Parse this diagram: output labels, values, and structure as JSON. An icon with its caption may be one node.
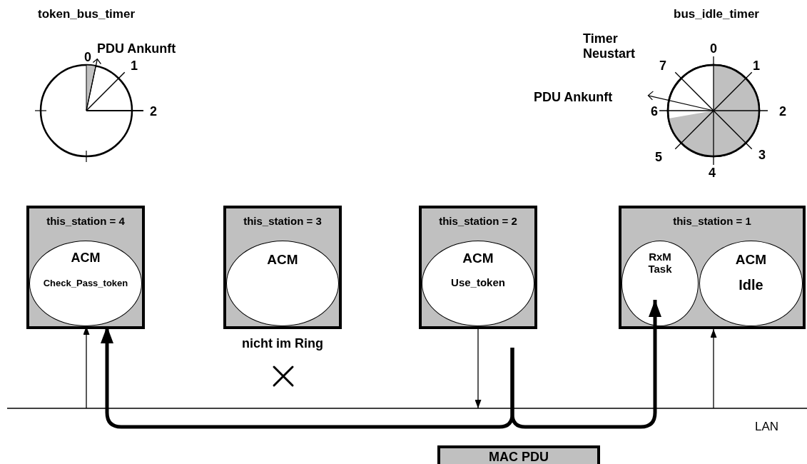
{
  "diagram": {
    "nodes": [
      {
        "text": [
          "token_bus_timer"
        ],
        "beside": [
          "0",
          "PDU Ankunft",
          "1",
          "2"
        ]
      },
      {
        "text": [
          "bus_idle_timer"
        ],
        "beside": [
          "Timer Neustart",
          "0",
          "1",
          "7",
          "PDU Ankunft",
          "2",
          "6",
          "3",
          "5",
          "4"
        ]
      },
      {
        "text": [
          "this_station = 4"
        ]
      },
      {
        "text": [
          "ACM",
          "Check_Pass_token"
        ],
        "in": 2
      },
      {
        "text": [
          "this_station = 3"
        ],
        "beside": [
          "nicht im Ring"
        ]
      },
      {
        "text": [
          "ACM"
        ],
        "in": 4
      },
      {
        "text": [
          "this_station = 2"
        ]
      },
      {
        "text": [
          "ACM",
          "Use_token"
        ],
        "in": 6
      },
      {
        "text": [
          "this_station = 1"
        ]
      },
      {
        "text": [
          "RxM Task"
        ],
        "in": 8
      },
      {
        "text": [
          "ACM",
          "Idle"
        ],
        "in": 8
      },
      {
        "text": [
          "LAN"
        ]
      },
      {
        "text": [
          "MAC PDU"
        ]
      }
    ],
    "edges": [
      {
        "from": 11,
        "to": 3,
        "arrow": "to"
      },
      {
        "from": 7,
        "to": 11,
        "arrow": "to"
      },
      {
        "from": 11,
        "to": 8,
        "arrow": "to"
      },
      {
        "from": null,
        "to": 3,
        "arrow": "to",
        "style": "thick"
      },
      {
        "from": null,
        "to": 9,
        "arrow": "to",
        "style": "thick"
      }
    ]
  }
}
